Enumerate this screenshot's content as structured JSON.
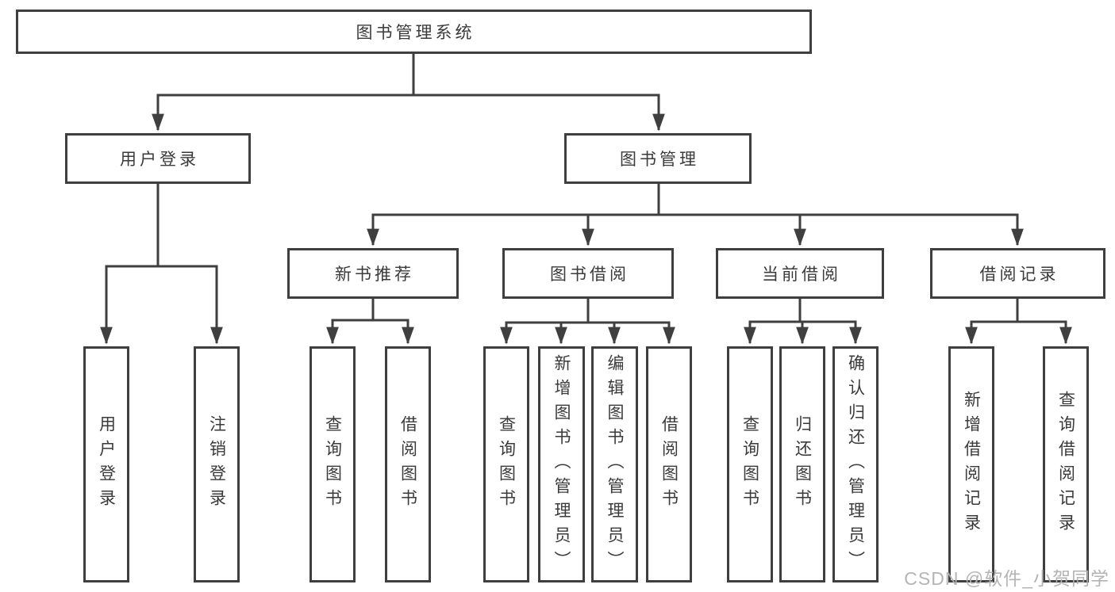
{
  "diagram": {
    "type": "hierarchy-tree",
    "orientation": "top-down",
    "colors": {
      "line": "#3f3f3f",
      "box_border": "#3f3f3f",
      "text": "#3a3a3a",
      "background": "#ffffff",
      "watermark": "#b0b0b0"
    }
  },
  "tree": {
    "label": "图书管理系统",
    "children": [
      {
        "label": "用户登录",
        "children": [
          {
            "label": "用户登录"
          },
          {
            "label": "注销登录"
          }
        ]
      },
      {
        "label": "图书管理",
        "children": [
          {
            "label": "新书推荐",
            "children": [
              {
                "label": "查询图书"
              },
              {
                "label": "借阅图书"
              }
            ]
          },
          {
            "label": "图书借阅",
            "children": [
              {
                "label": "查询图书"
              },
              {
                "label": "新增图书（管理员）"
              },
              {
                "label": "编辑图书（管理员）"
              },
              {
                "label": "借阅图书"
              }
            ]
          },
          {
            "label": "当前借阅",
            "children": [
              {
                "label": "查询图书"
              },
              {
                "label": "归还图书"
              },
              {
                "label": "确认归还（管理员）"
              }
            ]
          },
          {
            "label": "借阅记录",
            "children": [
              {
                "label": "新增借阅记录"
              },
              {
                "label": "查询借阅记录"
              }
            ]
          }
        ]
      }
    ]
  },
  "watermark": {
    "text": "CSDN @软件_小贺同学"
  }
}
